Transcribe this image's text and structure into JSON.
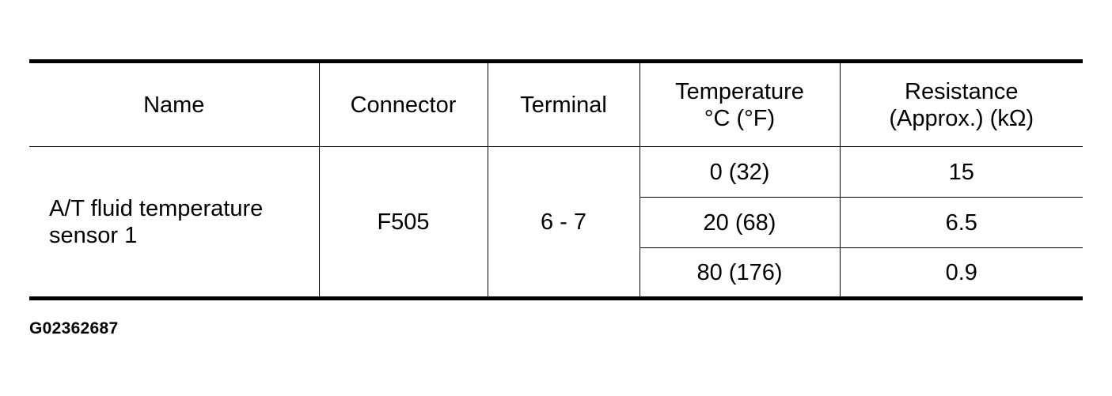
{
  "table": {
    "headers": {
      "name": "Name",
      "connector": "Connector",
      "terminal": "Terminal",
      "temperature_line1": "Temperature",
      "temperature_line2": "°C (°F)",
      "resistance_line1": "Resistance",
      "resistance_line2": "(Approx.) (kΩ)"
    },
    "component": {
      "name_line1": "A/T fluid temperature",
      "name_line2": "sensor 1",
      "connector": "F505",
      "terminal": "6 - 7"
    },
    "rows": [
      {
        "temperature": "0 (32)",
        "resistance": "15"
      },
      {
        "temperature": "20 (68)",
        "resistance": "6.5"
      },
      {
        "temperature": "80 (176)",
        "resistance": "0.9"
      }
    ]
  },
  "figure_id": "G02362687"
}
